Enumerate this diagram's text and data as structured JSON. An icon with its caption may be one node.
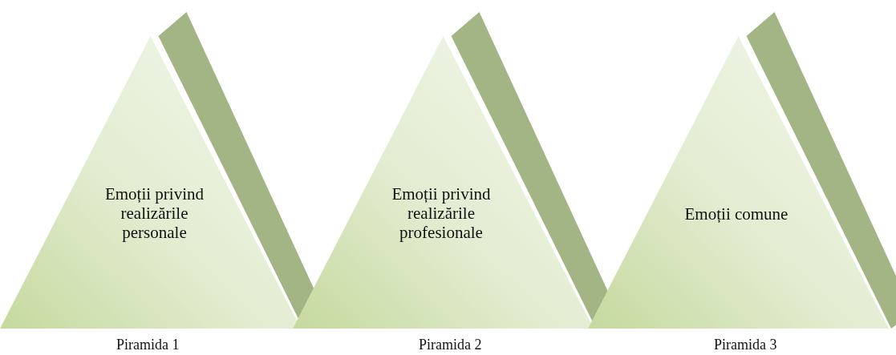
{
  "diagram": {
    "nodes": [
      {
        "text": [
          "Emoții privind realizările personale"
        ],
        "beside": [
          "Piramida 1"
        ]
      },
      {
        "text": [
          "Emoții privind realizările profesionale"
        ],
        "beside": [
          "Piramida 2"
        ]
      },
      {
        "text": [
          "Emoții comune"
        ],
        "beside": [
          "Piramida 3"
        ]
      }
    ]
  }
}
